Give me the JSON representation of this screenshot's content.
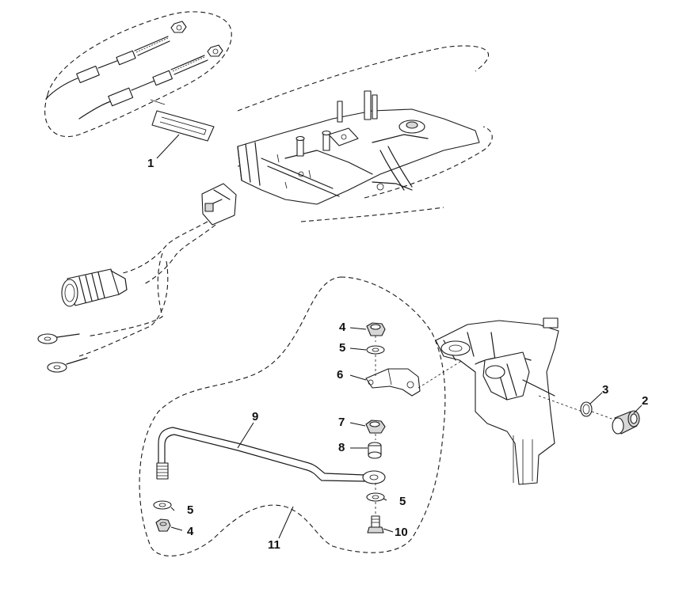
{
  "callouts": {
    "c1": "1",
    "c2": "2",
    "c3": "3",
    "c4a": "4",
    "c4b": "4",
    "c5a": "5",
    "c5b": "5",
    "c5c": "5",
    "c6": "6",
    "c7": "7",
    "c8": "8",
    "c9": "9",
    "c10": "10",
    "c11": "11"
  },
  "colors": {
    "ink": "#1a1a1a",
    "shade": "#d7d7d7",
    "background": "#ffffff"
  }
}
